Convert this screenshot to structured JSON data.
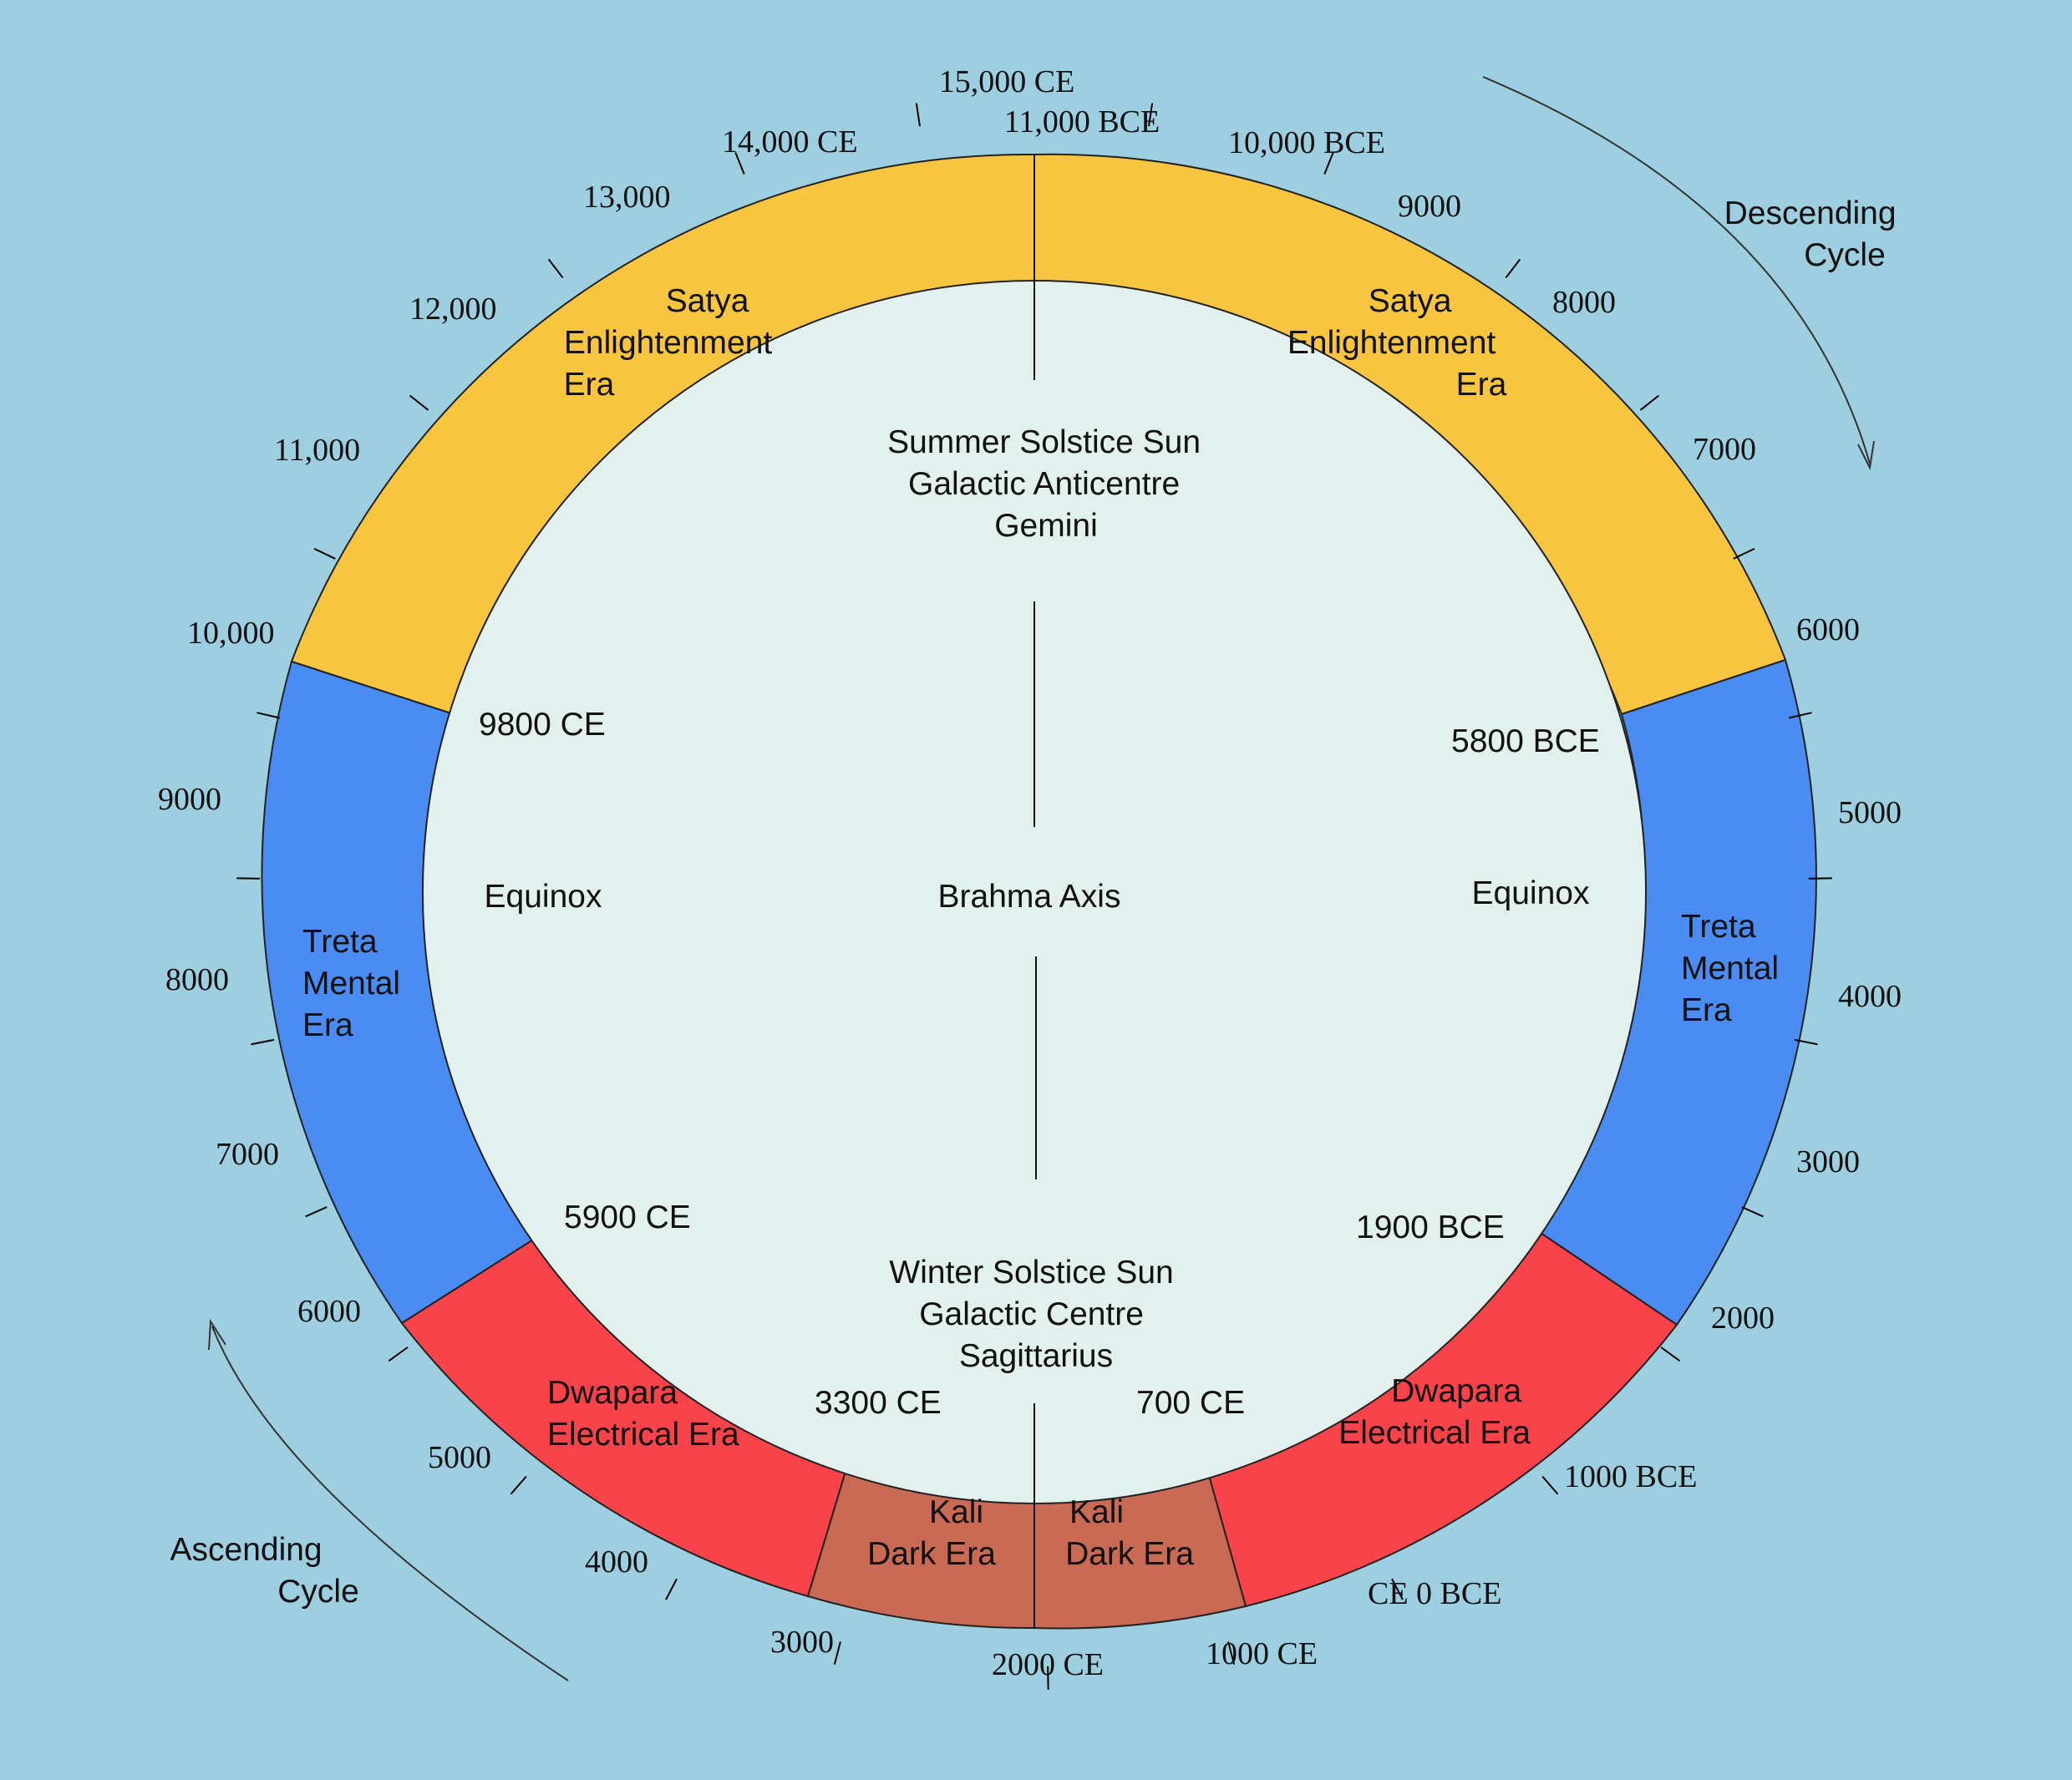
{
  "colors": {
    "background": "#9dcfe0",
    "inner_disc": "#e3f1ee",
    "satya": "#f8c540",
    "treta": "#4a8cf2",
    "dwapara": "#f74349",
    "kali": "#c86a54"
  },
  "cycle_labels": {
    "descending": [
      "Descending",
      "Cycle"
    ],
    "ascending": [
      "Ascending",
      "Cycle"
    ]
  },
  "center": {
    "top": [
      "Summer Solstice Sun",
      "Galactic Anticentre",
      "Gemini"
    ],
    "middle": "Brahma Axis",
    "bottom": [
      "Winter Solstice Sun",
      "Galactic Centre",
      "Sagittarius"
    ],
    "left": "Equinox",
    "right": "Equinox"
  },
  "era_labels": {
    "satya_left": [
      "Satya",
      "Enlightenment",
      "Era"
    ],
    "satya_right": [
      "Satya",
      "Enlightenment",
      "Era"
    ],
    "treta_left": [
      "Treta",
      "Mental",
      "Era"
    ],
    "treta_right": [
      "Treta",
      "Mental",
      "Era"
    ],
    "dwapara_left": [
      "Dwapara",
      "Electrical Era"
    ],
    "dwapara_right": [
      "Dwapara",
      "Electrical Era"
    ],
    "kali_left": [
      "Kali",
      "Dark Era"
    ],
    "kali_right": [
      "Kali",
      "Dark Era"
    ]
  },
  "boundary_labels": {
    "b9800": "9800 CE",
    "b5800": "5800 BCE",
    "b5900": "5900 CE",
    "b1900": "1900 BCE",
    "b3300": "3300 CE",
    "b700": "700 CE"
  },
  "outer_labels": {
    "top_ce": "15,000 CE",
    "top_bce": "11,000 BCE",
    "r10000bce": "10,000 BCE",
    "r9000": "9000",
    "r8000": "8000",
    "r7000": "7000",
    "r6000": "6000",
    "r5000": "5000",
    "r4000": "4000",
    "r3000": "3000",
    "r2000": "2000",
    "r1000bce": "1000 BCE",
    "ce0bce": "CE 0 BCE",
    "r1000ce": "1000 CE",
    "bottom2000ce": "2000 CE",
    "l3000": "3000",
    "l4000": "4000",
    "l5000": "5000",
    "l6000": "6000",
    "l7000": "7000",
    "l8000": "8000",
    "l9000": "9000",
    "l10000": "10,000",
    "l11000": "11,000",
    "l12000": "12,000",
    "l13000": "13,000",
    "l14000ce": "14,000 CE"
  }
}
